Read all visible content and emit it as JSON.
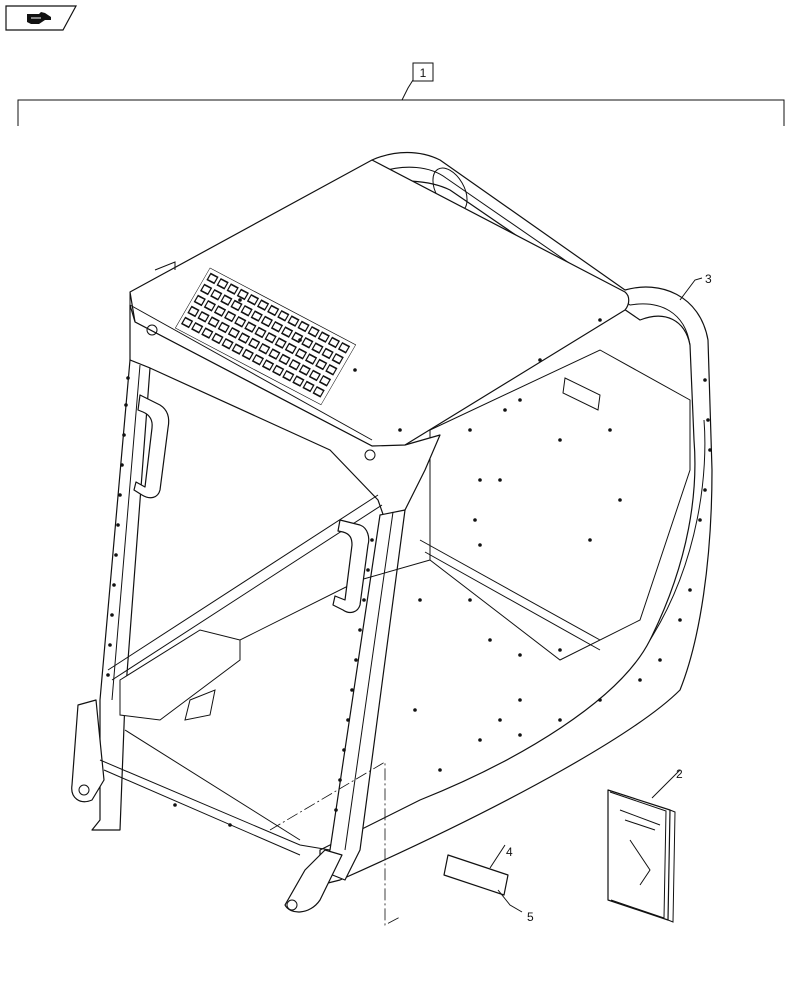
{
  "toolbar": {
    "nav_icon": "hand-pointer-icon"
  },
  "diagram": {
    "assembly_callout": "1",
    "callouts": {
      "manual": "2",
      "frame": "3",
      "decal": "4",
      "item5": "5"
    }
  },
  "colors": {
    "line": "#111111",
    "background": "#ffffff"
  }
}
